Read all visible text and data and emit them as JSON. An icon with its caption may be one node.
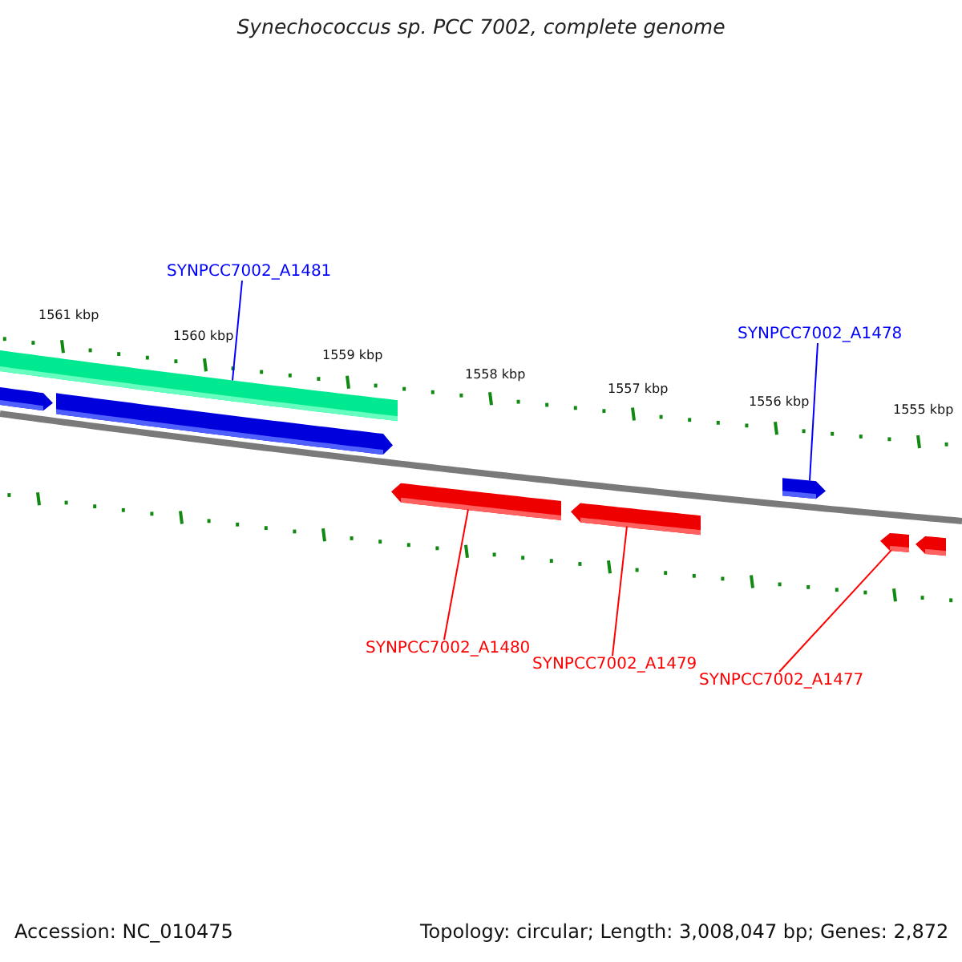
{
  "diagram": {
    "title": "Synechococcus sp. PCC 7002, complete genome",
    "nodes": [
      {
        "text": [
          "SYNPCC7002_A1481"
        ]
      },
      {
        "text": [
          "SYNPCC7002_A1478"
        ]
      },
      {
        "text": [
          "SYNPCC7002_A1480"
        ]
      },
      {
        "text": [
          "SYNPCC7002_A1479"
        ]
      },
      {
        "text": [
          "SYNPCC7002_A1477"
        ]
      },
      {
        "text": [],
        "shape": "bar"
      },
      {
        "text": [],
        "shape": "arrow"
      },
      {
        "text": [],
        "shape": "arrow"
      },
      {
        "text": [],
        "shape": "arrow"
      },
      {
        "text": [],
        "shape": "arrow"
      },
      {
        "text": [],
        "shape": "arrow"
      },
      {
        "text": [],
        "shape": "arrow"
      },
      {
        "text": [],
        "shape": "arrow"
      }
    ],
    "edges": [
      {
        "from": 0,
        "to": 5,
        "arrow": "none",
        "color": "#0000ff"
      },
      {
        "from": 1,
        "to": 10,
        "arrow": "none",
        "color": "#0000ff"
      },
      {
        "from": 2,
        "to": 8,
        "arrow": "none"
      },
      {
        "from": 3,
        "to": 9,
        "arrow": "none"
      },
      {
        "from": 4,
        "to": 11,
        "arrow": "none"
      }
    ],
    "labels": [
      "1561 kbp",
      "1560 kbp",
      "1559 kbp",
      "1558 kbp",
      "1557 kbp",
      "1556 kbp",
      "1555 kbp",
      "Accession: NC_010475",
      "Topology: circular; Length: 3,008,047 bp; Genes: 2,872"
    ]
  }
}
